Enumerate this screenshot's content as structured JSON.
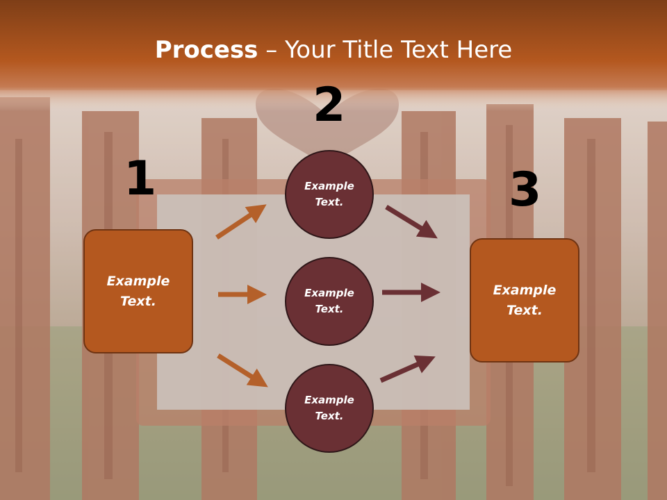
{
  "slide": {
    "title_bold": "Process",
    "title_rest": " – Your Title Text Here",
    "colors": {
      "header": "#b4581f",
      "box_fill": "#b4581f",
      "circle_fill": "#6a3034",
      "arrow_left": "#b4602a",
      "arrow_right": "#6a3034"
    }
  },
  "steps": {
    "n1": "1",
    "n2": "2",
    "n3": "3"
  },
  "nodes": {
    "left_box": {
      "line1": "Example",
      "line2": "Text."
    },
    "circle_top": {
      "line1": "Example",
      "line2": "Text."
    },
    "circle_mid": {
      "line1": "Example",
      "line2": "Text."
    },
    "circle_bottom": {
      "line1": "Example",
      "line2": "Text."
    },
    "right_box": {
      "line1": "Example",
      "line2": "Text."
    }
  }
}
